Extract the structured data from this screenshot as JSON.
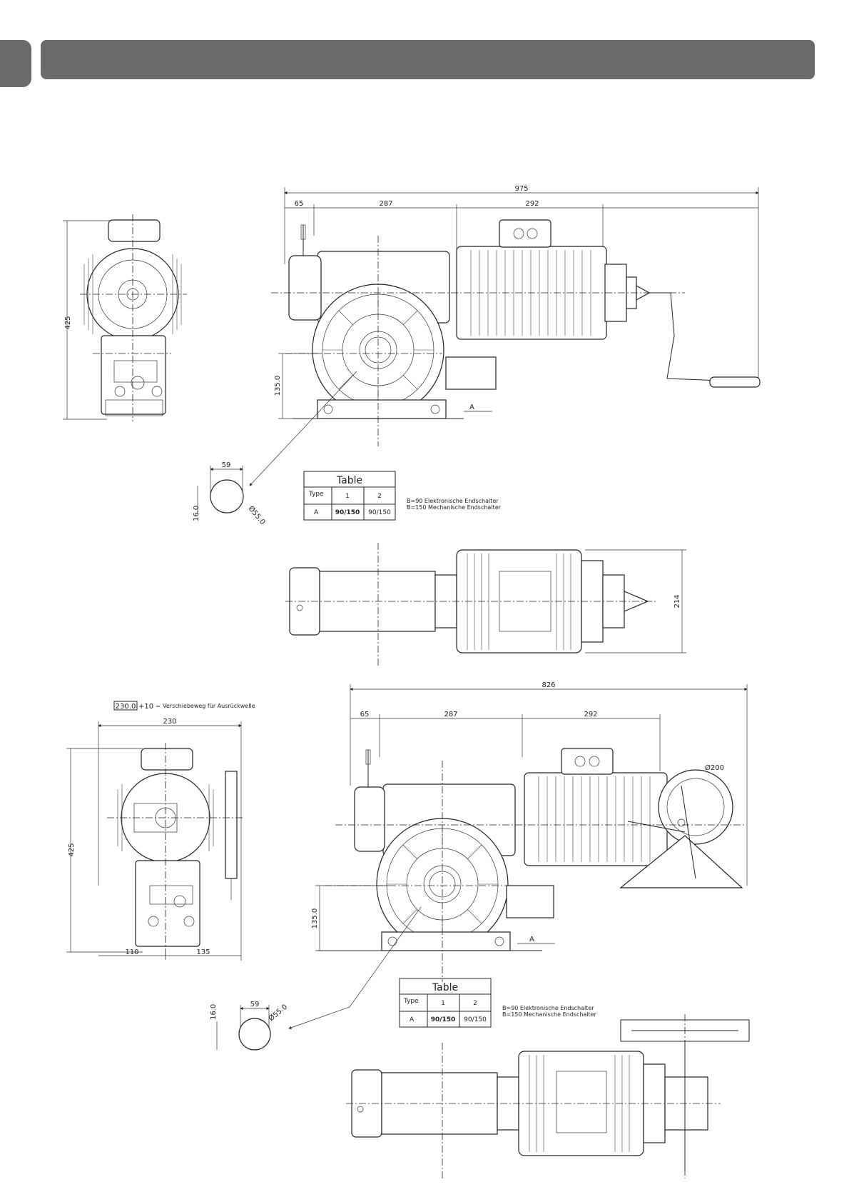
{
  "header": {
    "title": ""
  },
  "top_section": {
    "dims": {
      "overall": "975",
      "seg1": "65",
      "seg2": "287",
      "seg3": "292",
      "height_side": "425",
      "shaft_height": "135.0",
      "a_label": "A",
      "width_214": "214"
    },
    "shaft": {
      "width": "59",
      "key": "16.0",
      "dia": "Ø55.0"
    },
    "table": {
      "title": "Table",
      "type_label": "Type",
      "col1": "1",
      "col2": "2",
      "row_label": "A",
      "v1": "90/150",
      "v2": "90/150"
    },
    "notes": [
      "B=90 Elektronische Endschalter",
      "B=150 Mechanische Endschalter"
    ]
  },
  "bottom_section": {
    "shift_box": "230.0",
    "shift_suffix": "+10",
    "shift_note": "Verschiebeweg für Ausrückwelle",
    "dims": {
      "overall": "826",
      "seg1": "65",
      "seg2": "287",
      "seg3": "292",
      "width_230": "230",
      "height_side": "425",
      "bottom_left": "110",
      "bottom_right": "135",
      "shaft_height": "135.0",
      "a_label": "A",
      "dia200": "Ø200"
    },
    "shaft": {
      "width": "59",
      "key": "16.0",
      "dia": "Ø55.0"
    },
    "table": {
      "title": "Table",
      "type_label": "Type",
      "col1": "1",
      "col2": "2",
      "row_label": "A",
      "v1": "90/150",
      "v2": "90/150"
    },
    "notes": [
      "B=90 Elektronische Endschalter",
      "B=150 Mechanische Endschalter"
    ]
  }
}
